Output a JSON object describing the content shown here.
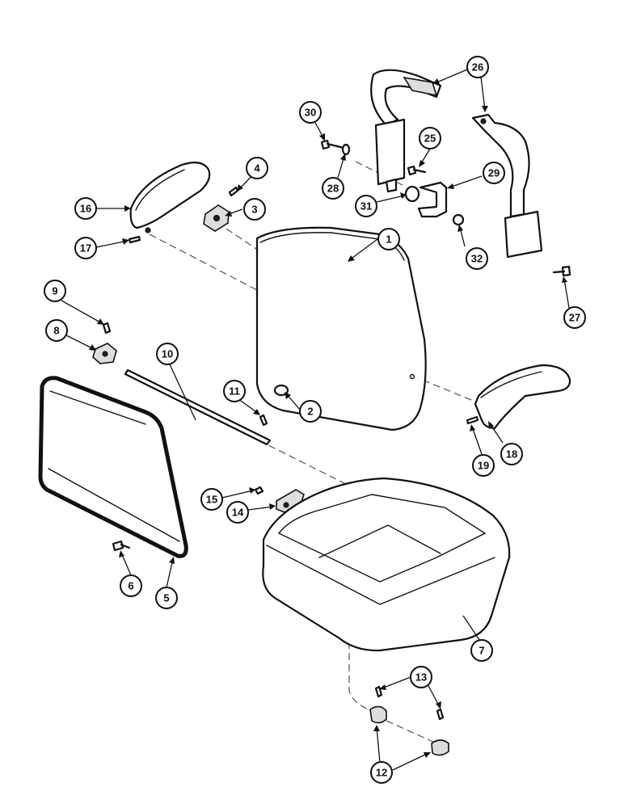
{
  "callouts": [
    "1",
    "2",
    "3",
    "4",
    "5",
    "6",
    "7",
    "8",
    "9",
    "10",
    "11",
    "12",
    "13",
    "14",
    "15",
    "16",
    "17",
    "18",
    "19",
    "25",
    "26",
    "27",
    "28",
    "29",
    "30",
    "31",
    "32"
  ],
  "colors": {
    "line": "#111111",
    "background": "#ffffff"
  }
}
